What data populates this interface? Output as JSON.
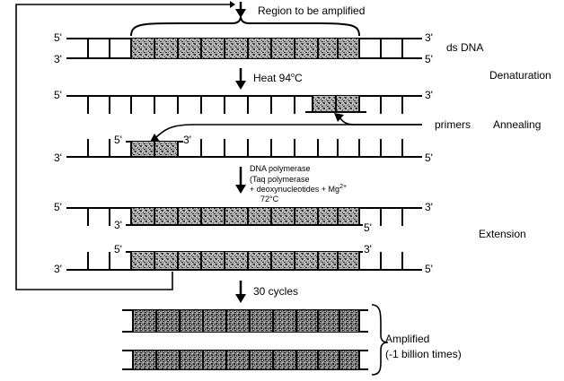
{
  "labels": {
    "region": "Region to be amplified",
    "ds_dna": "ds DNA",
    "heat": "Heat 94",
    "heat_sup": "o",
    "heat_unit": "C",
    "denaturation": "Denaturation",
    "primers": "primers",
    "annealing": "Annealing",
    "polymerase_1": "DNA polymerase",
    "polymerase_2": "(Taq polymerase",
    "polymerase_3": "+ deoxynucleotides + Mg",
    "polymerase_3_sup": "2+",
    "polymerase_4": "72°C",
    "extension": "Extension",
    "cycles": "30 cycles",
    "amplified_1": "Amplified",
    "amplified_2": "(-1 billion times)"
  },
  "ends": {
    "five": "5'",
    "three": "3'"
  },
  "colors": {
    "ink": "#000000",
    "region_fill": "#8c8c8c",
    "background": "#ffffff"
  }
}
